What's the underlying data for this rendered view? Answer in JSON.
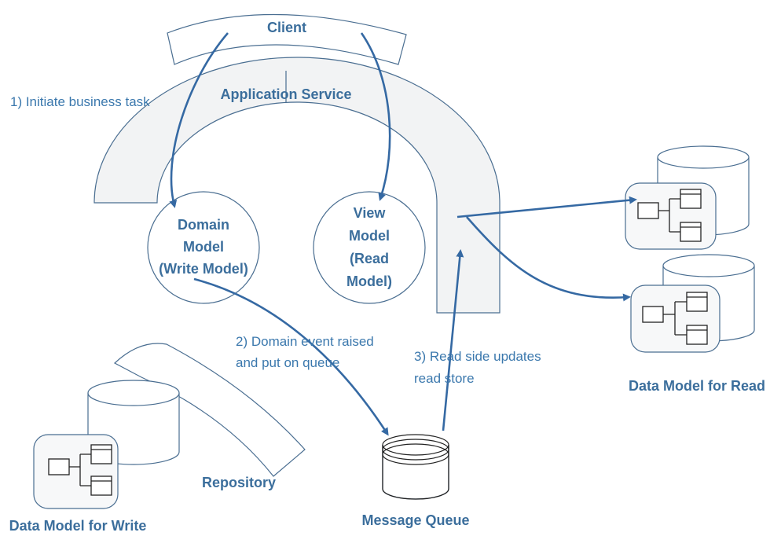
{
  "labels": {
    "client": "Client",
    "application_service": "Application Service",
    "domain_model": [
      "Domain",
      "Model",
      "(Write Model)"
    ],
    "view_model": [
      "View",
      "Model",
      "(Read",
      "Model)"
    ],
    "repository": "Repository",
    "message_queue": "Message Queue",
    "data_model_read": "Data Model for Read",
    "data_model_write": "Data Model for Write"
  },
  "steps": {
    "step1": "1) Initiate business task",
    "step2": [
      "2) Domain event raised",
      "and put on queue"
    ],
    "step3": [
      "3) Read side updates",
      "read store"
    ]
  },
  "colors": {
    "label": "#3b6e9c",
    "arrow": "#3569a3",
    "outline": "#4a6e91"
  }
}
